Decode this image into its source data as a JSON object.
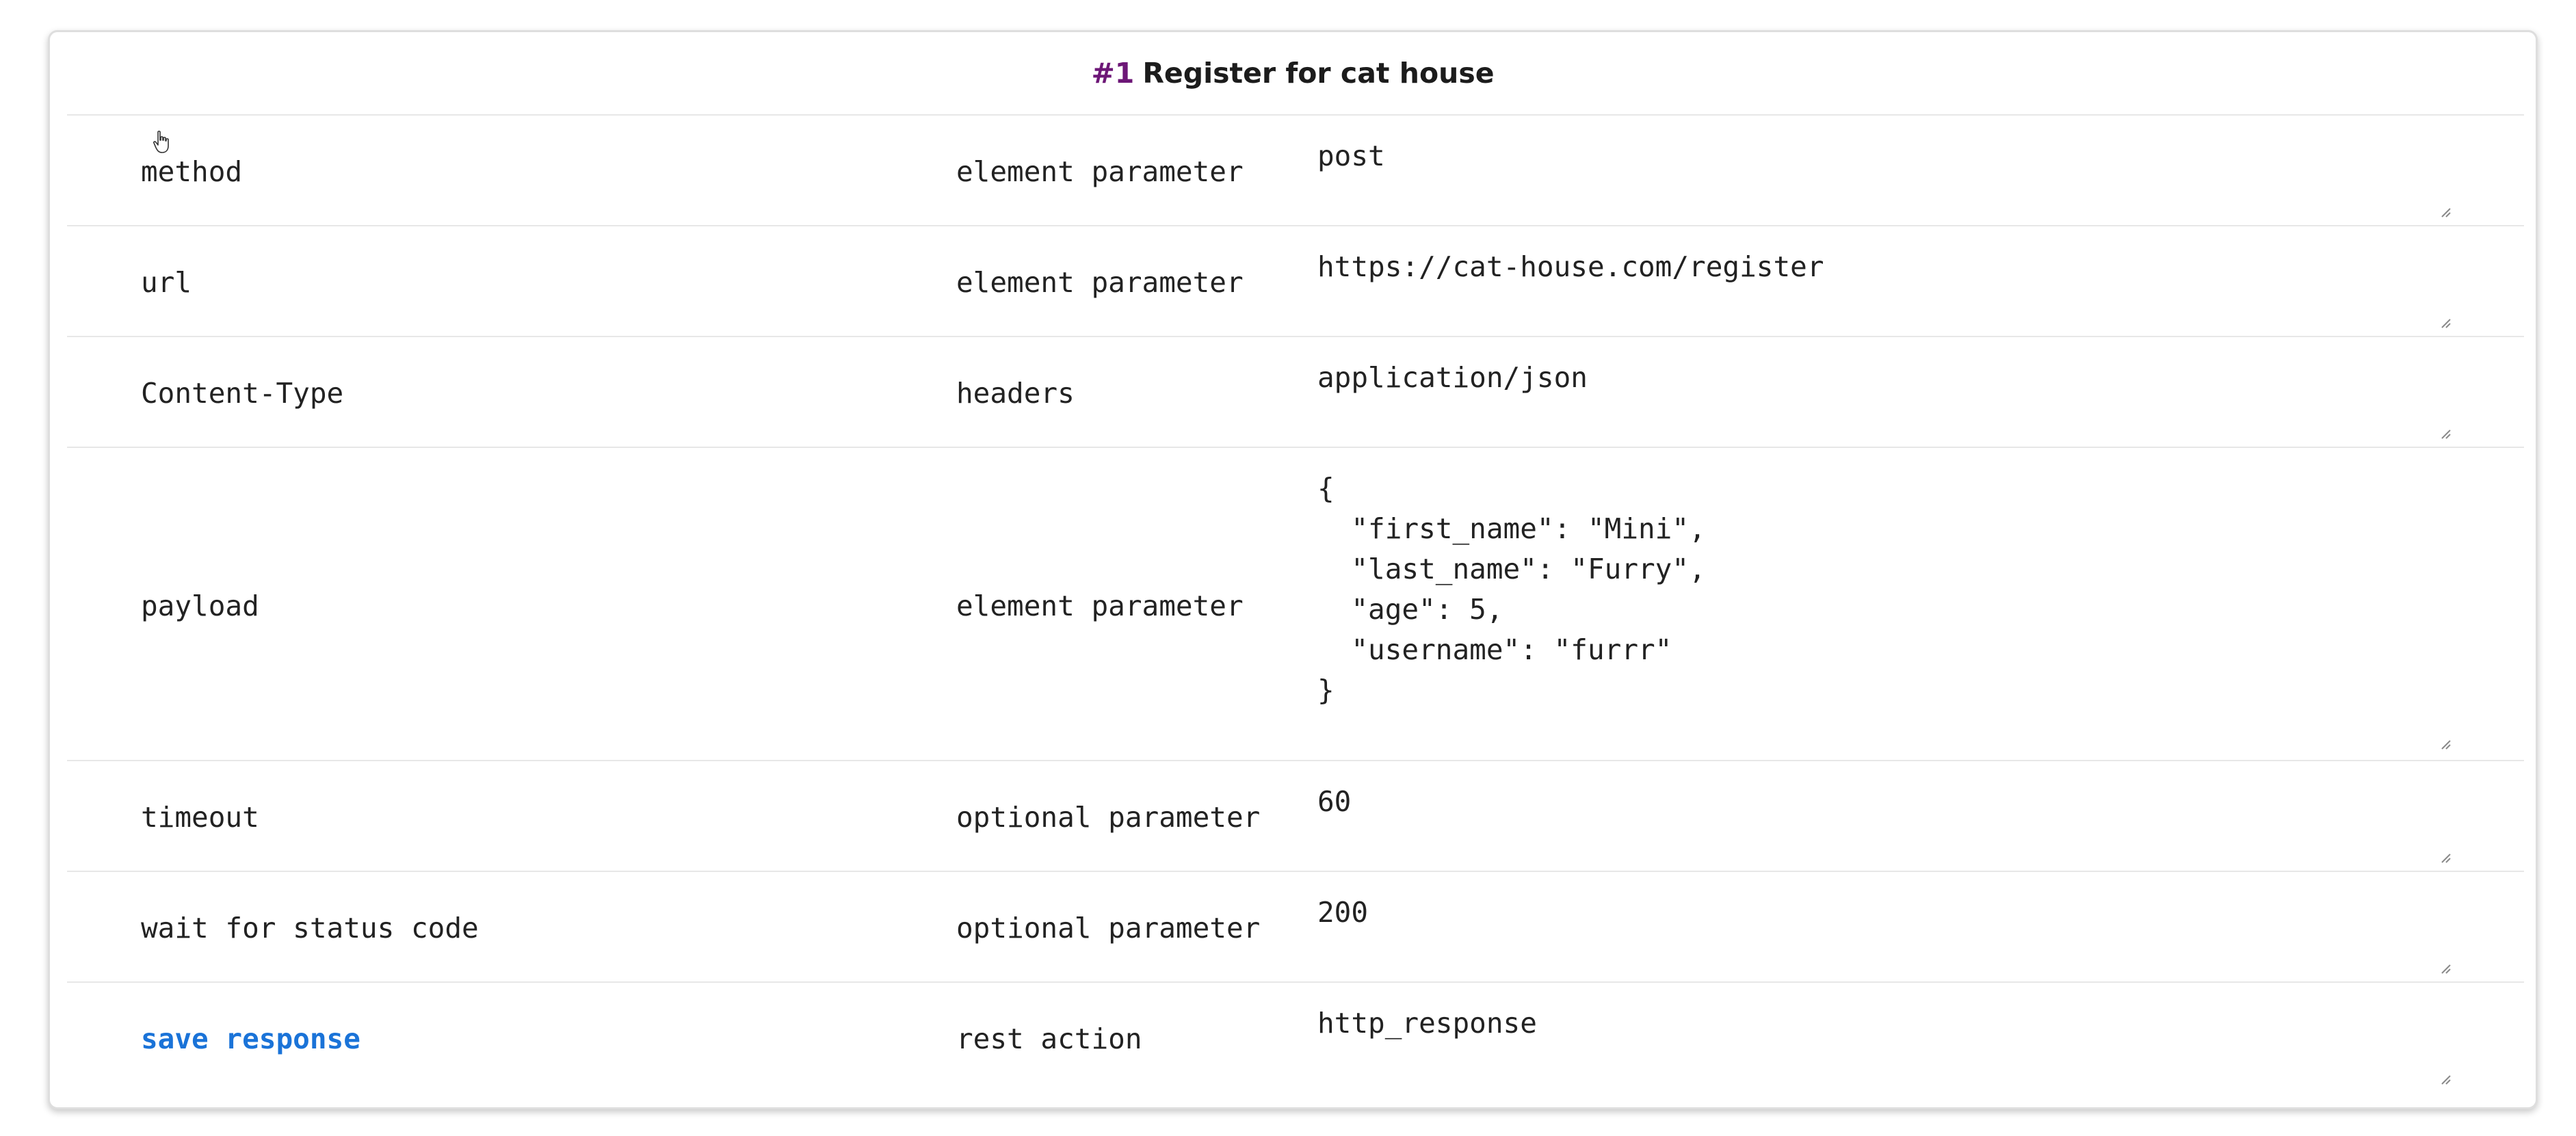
{
  "title": {
    "number": "#1",
    "text": "Register for cat house"
  },
  "rows": [
    {
      "name": "method",
      "kind": "element parameter",
      "value": "post"
    },
    {
      "name": "url",
      "kind": "element parameter",
      "value": "https://cat-house.com/register"
    },
    {
      "name": "Content-Type",
      "kind": "headers",
      "value": "application/json"
    },
    {
      "name": "payload",
      "kind": "element parameter",
      "value": "{\n  \"first_name\": \"Mini\",\n  \"last_name\": \"Furry\",\n  \"age\": 5,\n  \"username\": \"furrr\"\n}"
    },
    {
      "name": "timeout",
      "kind": "optional parameter",
      "value": "60"
    },
    {
      "name": "wait for status code",
      "kind": "optional parameter",
      "value": "200"
    },
    {
      "name": "save response",
      "kind": "rest action",
      "value": "http_response"
    }
  ],
  "colors": {
    "title_number": "#6d1777",
    "link": "#1a73d8"
  },
  "icons": {
    "cursor": "hand-pointer-icon",
    "resize": "resize-grip-icon"
  }
}
